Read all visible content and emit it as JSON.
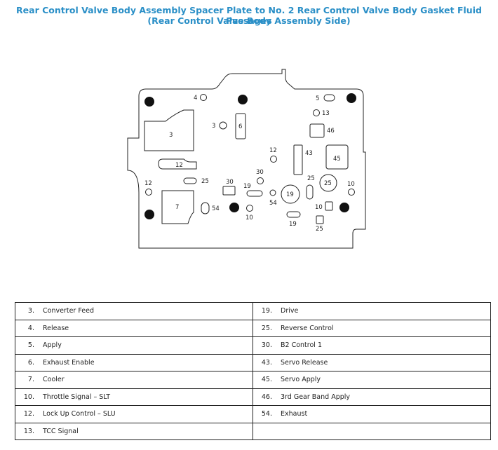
{
  "title": {
    "line1": "Rear Control Valve Body Assembly Spacer Plate to No. 2 Rear Control Valve Body Gasket Fluid Passages",
    "line2": "(Rear Control Valve Body Assembly Side)"
  },
  "diagram": {
    "labels": {
      "l4": "4",
      "l5": "5",
      "l13": "13",
      "l3a": "3",
      "l3b": "3",
      "l6": "6",
      "l46": "46",
      "l12a": "12",
      "l43": "43",
      "l45": "45",
      "l12b": "12",
      "l30a": "30",
      "l25a": "25",
      "l12c": "12",
      "l25b": "25",
      "l30b": "30",
      "l19a": "19",
      "l19b": "19",
      "l25c": "25",
      "l10a": "10",
      "l7": "7",
      "l54a": "54",
      "l54b": "54",
      "l10b": "10",
      "l10c": "10",
      "l19c": "19",
      "l25d": "25"
    }
  },
  "legend": {
    "rows": [
      {
        "left": {
          "num": "3.",
          "label": "Converter Feed"
        },
        "right": {
          "num": "19.",
          "label": "Drive"
        }
      },
      {
        "left": {
          "num": "4.",
          "label": "Release"
        },
        "right": {
          "num": "25.",
          "label": "Reverse Control"
        }
      },
      {
        "left": {
          "num": "5.",
          "label": "Apply"
        },
        "right": {
          "num": "30.",
          "label": "B2 Control 1"
        }
      },
      {
        "left": {
          "num": "6.",
          "label": "Exhaust Enable"
        },
        "right": {
          "num": "43.",
          "label": "Servo Release"
        }
      },
      {
        "left": {
          "num": "7.",
          "label": "Cooler"
        },
        "right": {
          "num": "45.",
          "label": "Servo Apply"
        }
      },
      {
        "left": {
          "num": "10.",
          "label": "Throttle Signal – SLT"
        },
        "right": {
          "num": "46.",
          "label": "3rd Gear Band Apply"
        }
      },
      {
        "left": {
          "num": "12.",
          "label": "Lock Up Control – SLU"
        },
        "right": {
          "num": "54.",
          "label": "Exhaust"
        }
      },
      {
        "left": {
          "num": "13.",
          "label": "TCC Signal"
        },
        "right": {
          "num": "",
          "label": ""
        }
      }
    ]
  }
}
